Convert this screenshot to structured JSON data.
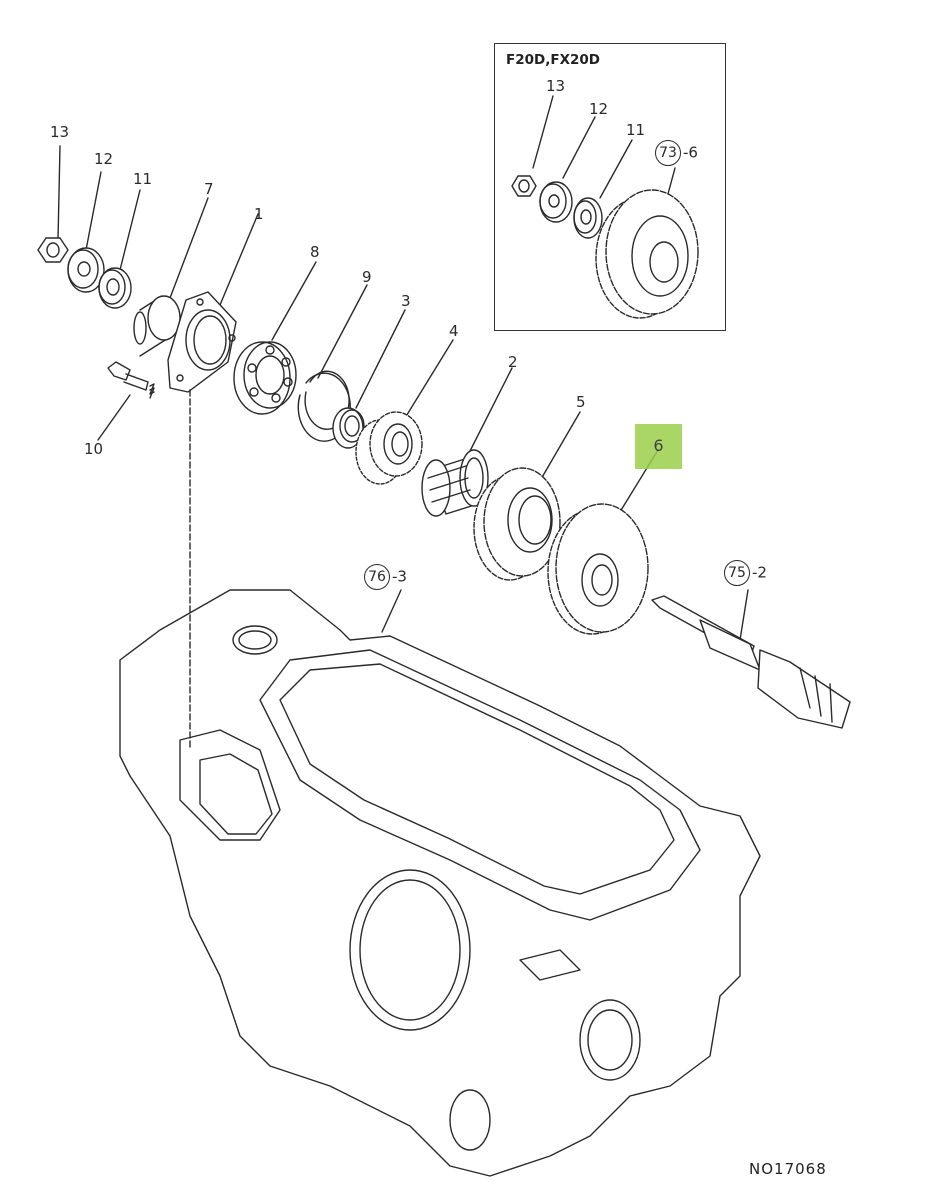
{
  "inset": {
    "title": "F20D,FX20D"
  },
  "callouts": {
    "p13": "13",
    "p12": "12",
    "p11": "11",
    "p7": "7",
    "p1": "1",
    "p8": "8",
    "p9": "9",
    "p3": "3",
    "p4": "4",
    "p2": "2",
    "p5": "5",
    "p6": "6",
    "p10": "10",
    "i13": "13",
    "i12": "12",
    "i11": "11"
  },
  "circled_refs": {
    "r73": {
      "num": "73",
      "suffix": "-6"
    },
    "r76": {
      "num": "76",
      "suffix": "-3"
    },
    "r75": {
      "num": "75",
      "suffix": "-2"
    }
  },
  "highlight": {
    "label": "6",
    "color": "#9bd04a"
  },
  "drawing_number": "NO17068"
}
